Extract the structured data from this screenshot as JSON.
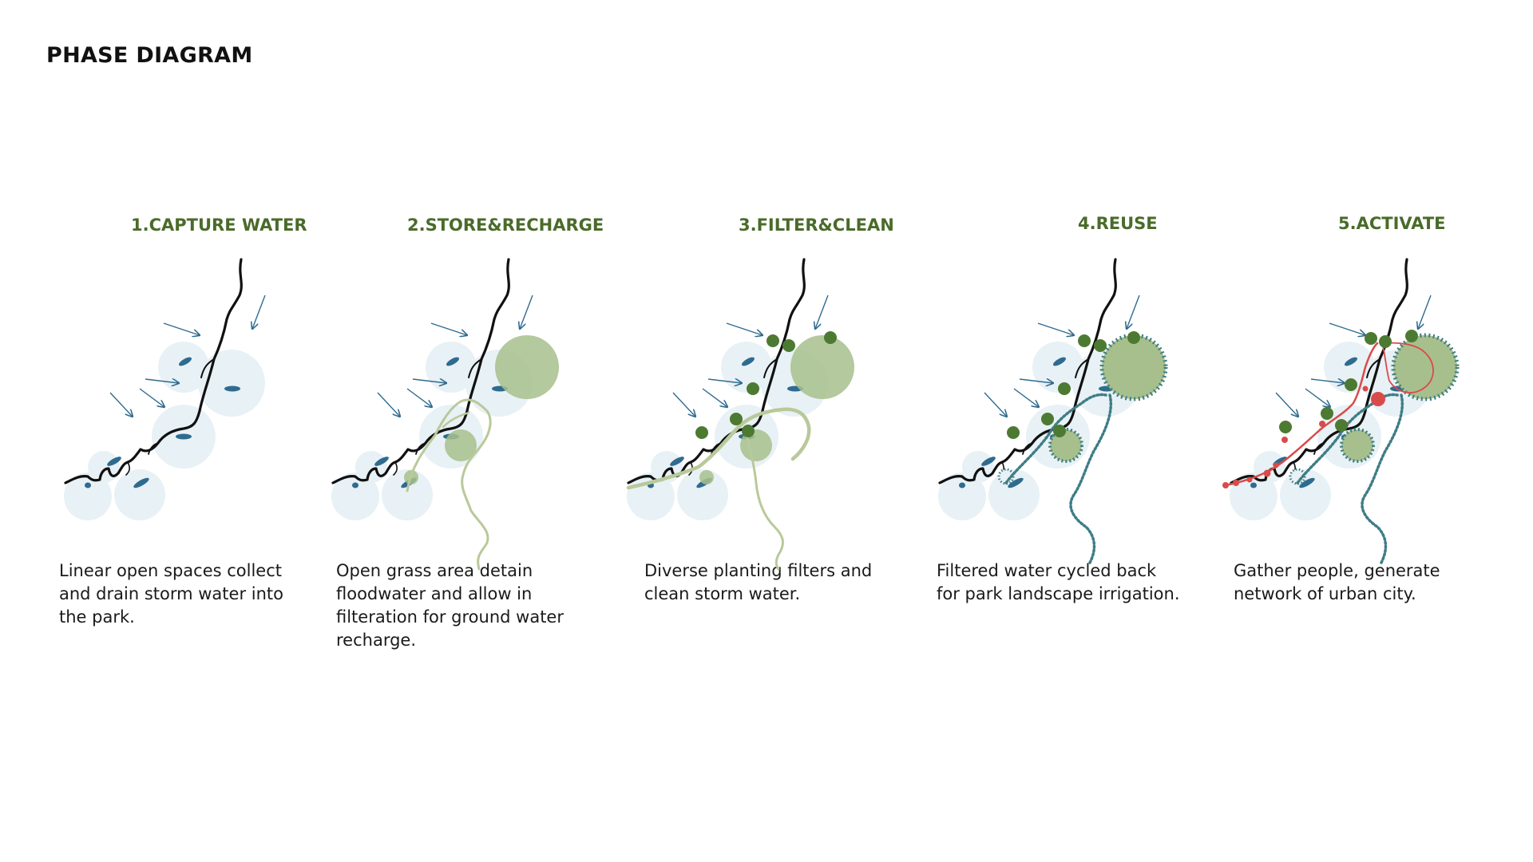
{
  "title": "PHASE DIAGRAM",
  "colors": {
    "heading_green": "#4a6b2a",
    "stream_black": "#111111",
    "pool_pale_blue": "#e8f1f5",
    "water_blue": "#2f6b8f",
    "wetland_green": "#a7bf8c",
    "node_green": "#4d7a32",
    "path_pale_green": "#b9c99a",
    "dashed_teal": "#3e7d86",
    "activate_red": "#d94b4b"
  },
  "phases": [
    {
      "heading": "1.CAPTURE WATER",
      "description": [
        "Linear open spaces collect",
        "and drain storm water into",
        "the park."
      ]
    },
    {
      "heading": "2.STORE&RECHARGE",
      "description": [
        "Open grass area detain",
        "floodwater and allow in",
        "filteration for ground water",
        "recharge."
      ]
    },
    {
      "heading": "3.FILTER&CLEAN",
      "description": [
        "Diverse planting filters and",
        "clean storm water."
      ]
    },
    {
      "heading": "4.REUSE",
      "description": [
        "Filtered water cycled back",
        "for park landscape irrigation."
      ]
    },
    {
      "heading": "5.ACTIVATE",
      "description": [
        "Gather people, generate",
        "network of urban city."
      ]
    }
  ]
}
